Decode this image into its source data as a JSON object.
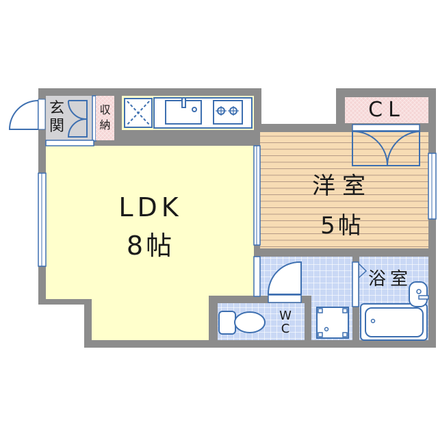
{
  "floorplan": {
    "colors": {
      "wall": "#8c8c8c",
      "ldk_floor": "#ffffcc",
      "western_floor": "#f7dcb4",
      "western_lines": "#b59a86",
      "tile": "#c9d8f5",
      "tile_grid": "#ffffff",
      "storage": "#f5d6d6",
      "fixture_stroke": "#3d6fb0",
      "text": "#1a1a1a"
    },
    "rooms": {
      "entrance": {
        "label_line1": "玄",
        "label_line2": "関"
      },
      "storage": {
        "label_line1": "収",
        "label_line2": "納"
      },
      "ldk": {
        "name": "LDK",
        "size": "8帖"
      },
      "western": {
        "name": "洋室",
        "size": "5帖"
      },
      "closet": {
        "name": "CL"
      },
      "bath": {
        "name": "浴室"
      },
      "wc": {
        "label_line1": "W",
        "label_line2": "C"
      }
    }
  }
}
